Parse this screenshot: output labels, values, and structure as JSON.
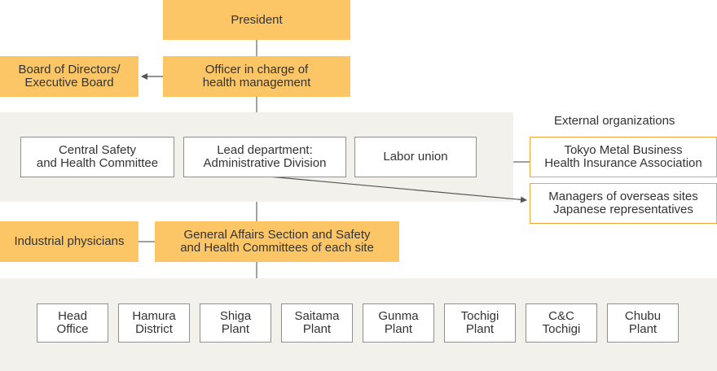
{
  "nodes": {
    "president": "President",
    "officer": "Officer in charge of\nhealth management",
    "board": "Board of Directors/\nExecutive Board",
    "central_safety": "Central Safety\nand  Health Committee",
    "lead_department": "Lead department:\nAdministrative Division",
    "labor_union": "Labor union",
    "external_label": "External organizations",
    "tokyo_metal": "Tokyo Metal Business\nHealth Insurance Association",
    "overseas": "Managers of overseas sites\nJapanese representatives",
    "industrial_physicians": "Industrial physicians",
    "general_affairs": "General Affairs Section and Safety\nand Health Committees of each site"
  },
  "sites": [
    "Head\nOffice",
    "Hamura\nDistrict",
    "Shiga\nPlant",
    "Saitama\nPlant",
    "Gunma\nPlant",
    "Tochigi\nPlant",
    "C&C\nTochigi",
    "Chubu\nPlant"
  ],
  "colors": {
    "accent_fill": "#fcc666",
    "orange_border": "#f0a63c",
    "band": "#f3f1ec",
    "line": "#555555"
  }
}
